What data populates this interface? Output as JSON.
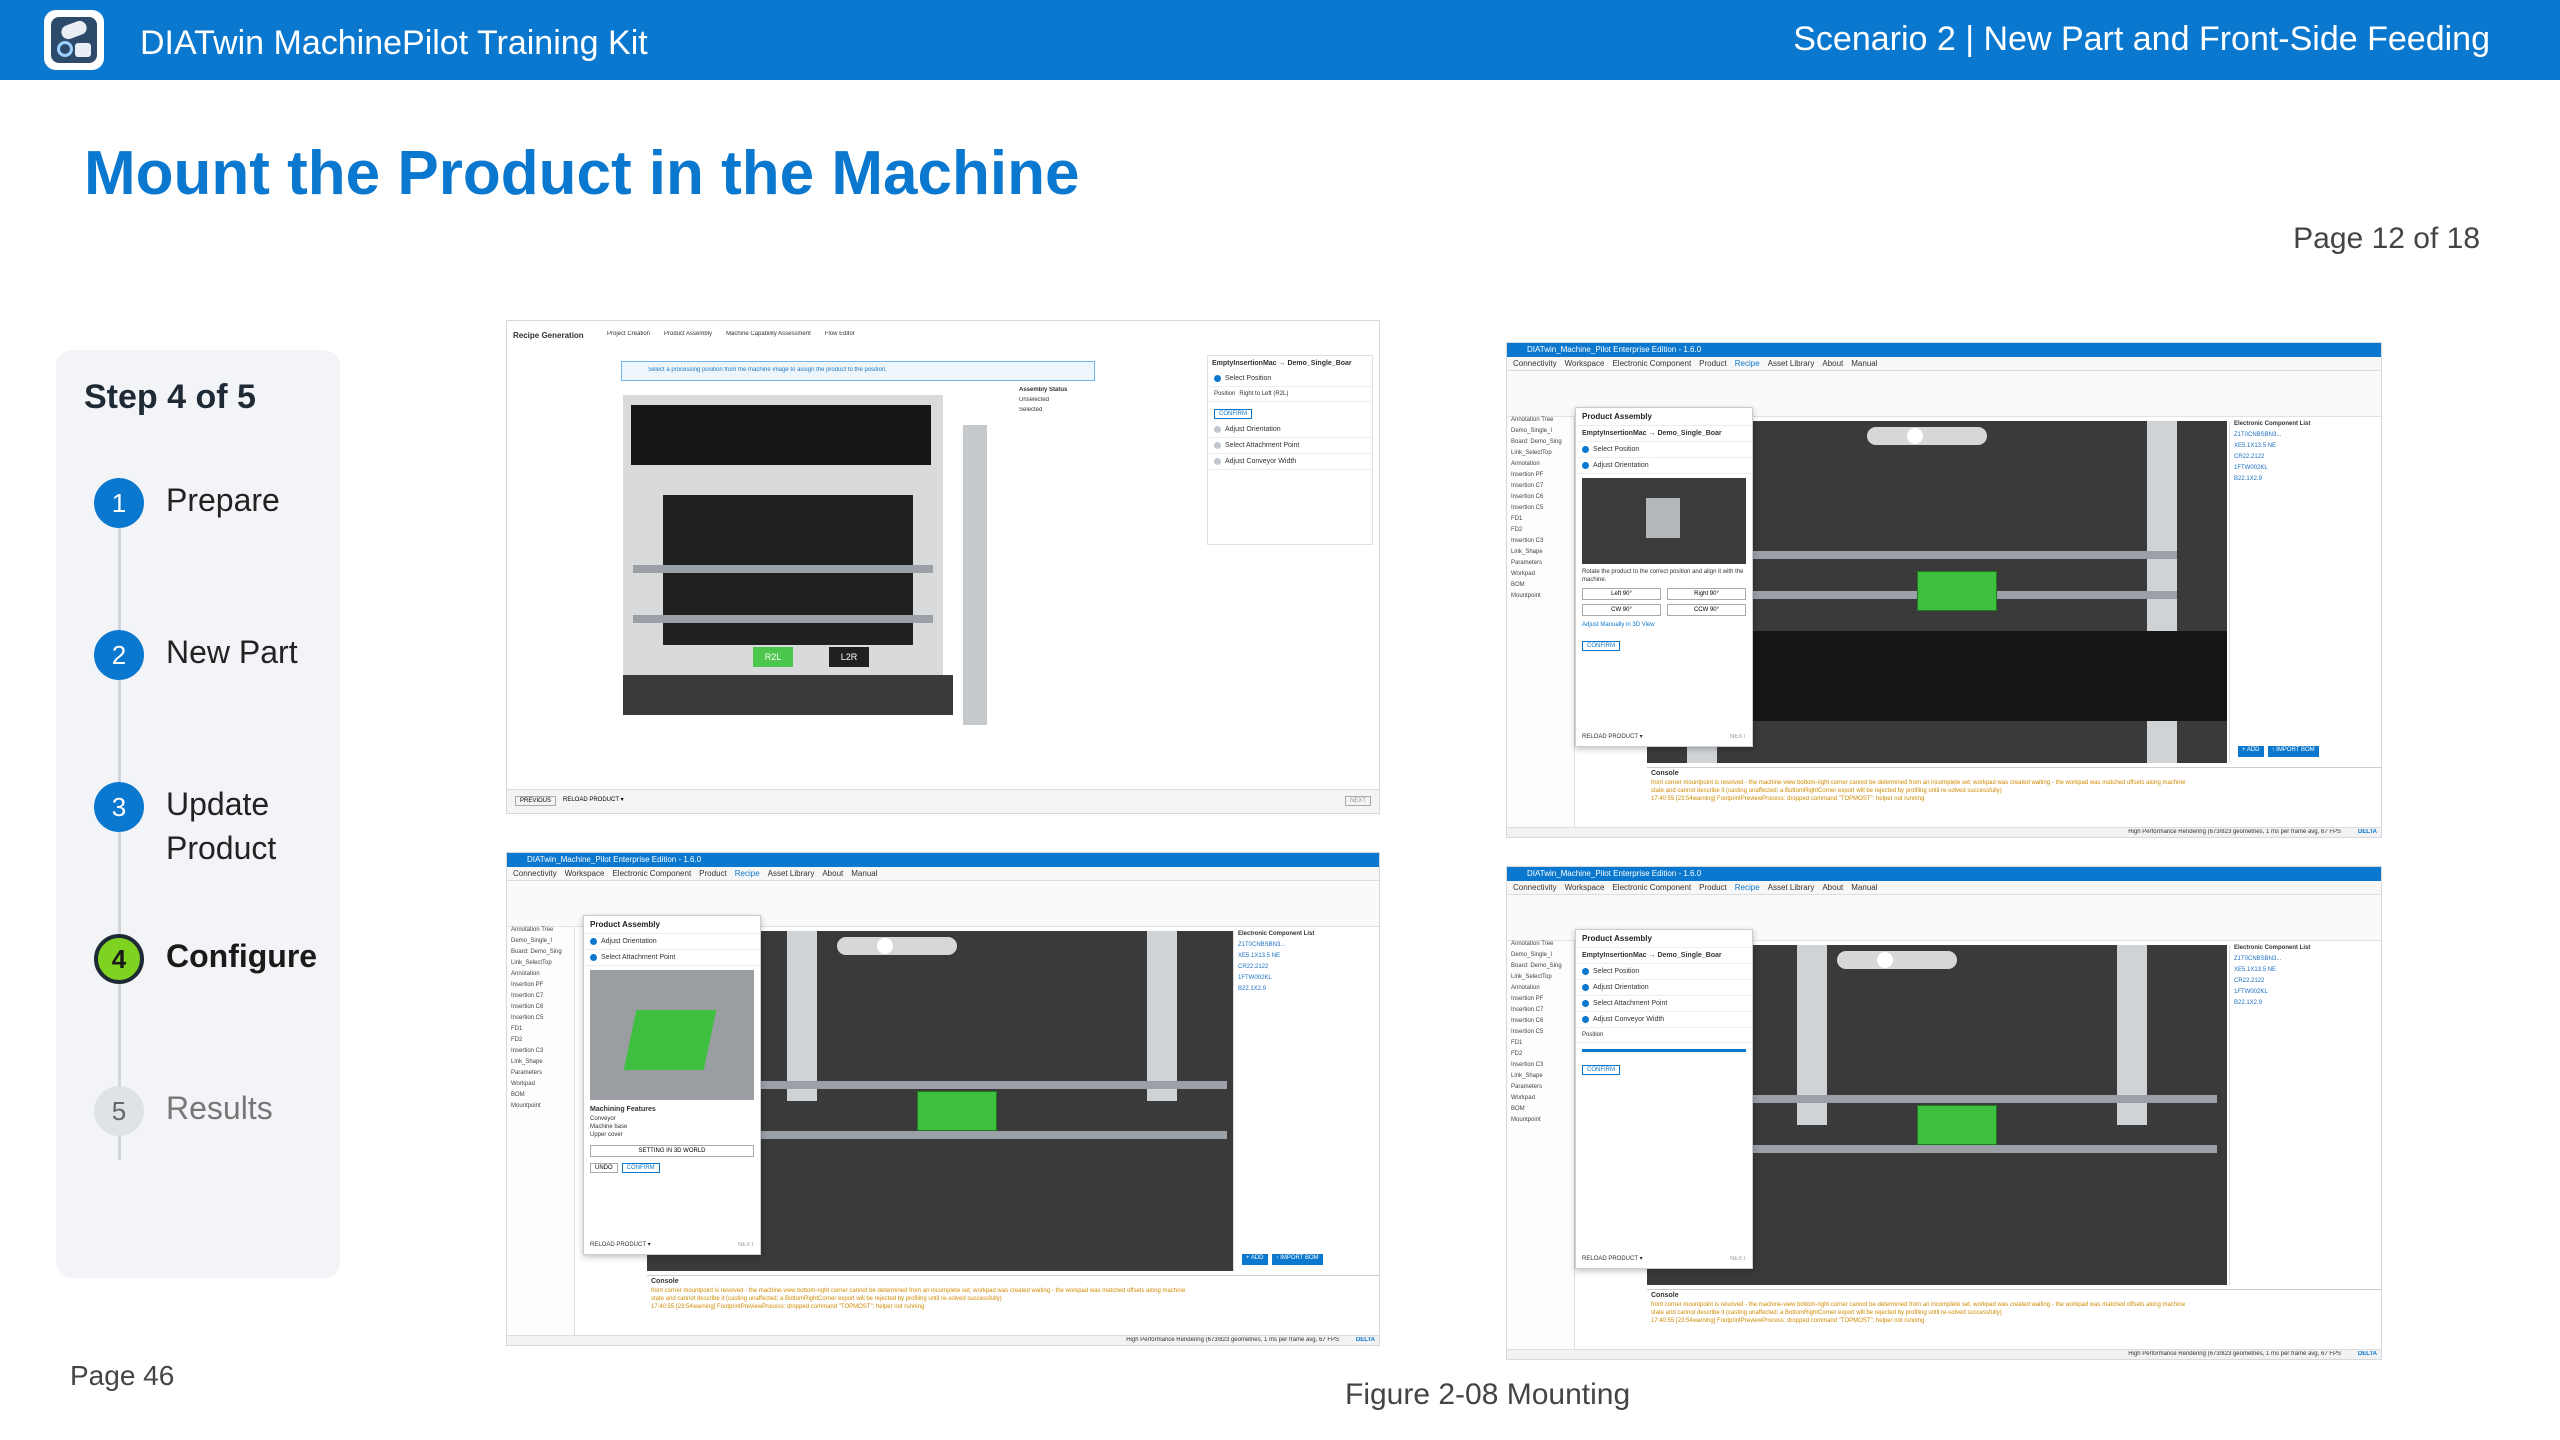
{
  "header": {
    "app_title": "DIATwin MachinePilot Training Kit",
    "scenario": "Scenario 2 | New Part and Front-Side Feeding"
  },
  "page": {
    "title": "Mount the Product in the Machine",
    "page_count": "Page 12 of 18",
    "footer": "Page 46",
    "caption": "Figure 2-08 Mounting"
  },
  "steps": {
    "title": "Step 4 of 5",
    "items": [
      {
        "num": "1",
        "label": "Prepare",
        "state": "done"
      },
      {
        "num": "2",
        "label": "New Part",
        "state": "done"
      },
      {
        "num": "3",
        "label": "Update Product",
        "state": "done"
      },
      {
        "num": "4",
        "label": "Configure",
        "state": "active"
      },
      {
        "num": "5",
        "label": "Results",
        "state": "future"
      }
    ]
  },
  "shot1": {
    "header": "Recipe Generation",
    "crumbs": [
      "Project Creation",
      "Product Assembly",
      "Machine Capability Assessment",
      "Flow Editor"
    ],
    "hint": "Select a processing position from the machine image to assign the product to the position.",
    "status_title": "Assembly Status",
    "status_items": [
      "Unselected",
      "Selected"
    ],
    "side_title": "EmptyInsertionMac → Demo_Single_Boar",
    "side_rows": [
      "Select Position",
      "Adjust Orientation",
      "Select Attachment Point",
      "Adjust Conveyor Width"
    ],
    "position_label": "Position",
    "position_value": "Right to Left (R2L)",
    "confirm": "CONFIRM",
    "label_r2l": "R2L",
    "label_l2r": "L2R",
    "previous": "PREVIOUS",
    "reload": "RELOAD PRODUCT ▾",
    "next": "NEXT"
  },
  "app": {
    "window_title": "DIATwin_Machine_Pilot Enterprise Edition - 1.6.0",
    "menu": [
      "Connectivity",
      "Workspace",
      "Electronic Component",
      "Product",
      "Recipe",
      "Asset Library",
      "About",
      "Manual"
    ],
    "tree": [
      "Annotation Tree",
      "Demo_Single_I",
      "Board: Demo_Sing",
      "Link_SelectTop",
      "Annotation",
      "Insertion PF",
      "Insertion C7",
      "Insertion C6",
      "Insertion C5",
      "FD1",
      "FD2",
      "Insertion C3",
      "Link_Shape",
      "Parameters",
      "Workpad",
      "BOM",
      "Mountpoint"
    ],
    "panel_title": "Product Assembly",
    "panel_sub": "EmptyInsertionMac → Demo_Single_Boar",
    "rows_a": [
      "Select Position",
      "Adjust Orientation"
    ],
    "rows_b": [
      "Adjust Orientation",
      "Select Attachment Point"
    ],
    "rows_c": [
      "Select Position",
      "Adjust Orientation",
      "Select Attachment Point",
      "Adjust Conveyor Width"
    ],
    "orient_hint": "Rotate the product to the correct position and align it with the machine.",
    "btn_left": "Left 90°",
    "btn_right": "Right 90°",
    "btn_cw": "CW 90°",
    "btn_ccw": "CCW 90°",
    "adjust_manual": "Adjust Manually in 3D View",
    "confirm": "CONFIRM",
    "undo": "UNDO",
    "setting_3d": "SETTING IN 3D WORLD",
    "features_title": "Machining Features",
    "features": [
      "Conveyor",
      "Machine base",
      "Upper cover"
    ],
    "position": "Position",
    "reload": "RELOAD PRODUCT ▾",
    "next": "NEXT",
    "comp_title": "Electronic Component List",
    "comp_items": [
      "Z1T0CNBSBN3...",
      "XE5.1X13.5 NE",
      "CR22.2122",
      "1FTW002KL",
      "B22.1X2.9"
    ],
    "console_title": "Console",
    "console_lines": [
      "front corner mountpoint is resolved - the machine-view bottom-right corner cannot be determined from an incomplete set; workpad was created waiting - the workpad was matched offsets along machine",
      "state and cannot describe it (casting unaffected; a BottomRightCorner export will be rejected by profiling until re-solved successfully)",
      "17:40:55 [23:54warning] FootprintPreviewProcess: dropped command \"TOPMOST\"; helper not running"
    ],
    "add": "+ ADD",
    "import_bom": "↑ IMPORT BOM",
    "render_status": "High Performance Rendering (673/823 geometries, 1 ms per frame avg, 67 FPS",
    "brand": "DELTA"
  },
  "colors": {
    "brand": "#0b78cf",
    "active_step": "#7ed321",
    "pcb": "#3fbf3f"
  }
}
